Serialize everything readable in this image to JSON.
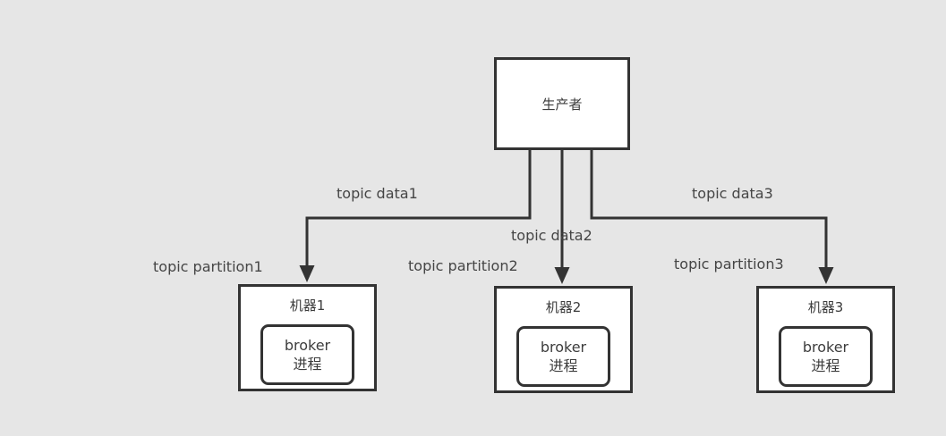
{
  "diagram": {
    "producer": {
      "label": "生产者"
    },
    "edge_labels": [
      {
        "label": "topic data1"
      },
      {
        "label": "topic data2"
      },
      {
        "label": "topic data3"
      }
    ],
    "partition_labels": [
      {
        "label": "topic partition1"
      },
      {
        "label": "topic partition2"
      },
      {
        "label": "topic partition3"
      }
    ],
    "machines": [
      {
        "title": "机器1",
        "process_line1": "broker",
        "process_line2": "进程"
      },
      {
        "title": "机器2",
        "process_line1": "broker",
        "process_line2": "进程"
      },
      {
        "title": "机器3",
        "process_line1": "broker",
        "process_line2": "进程"
      }
    ],
    "colors": {
      "background": "#e6e6e6",
      "stroke": "#333333",
      "box_fill": "#ffffff",
      "text": "#3d3d3d"
    }
  }
}
